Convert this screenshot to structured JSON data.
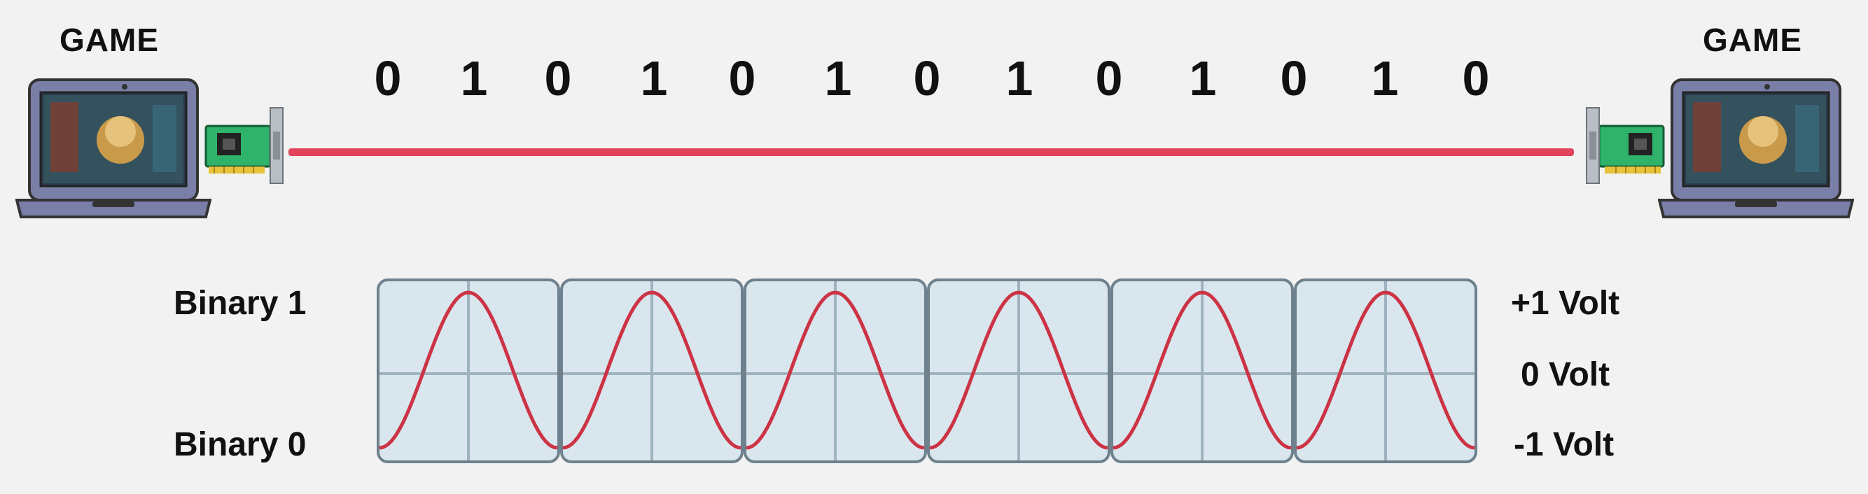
{
  "endpoints": {
    "left_label": "GAME",
    "right_label": "GAME"
  },
  "bits": [
    "0",
    "1",
    "0",
    "1",
    "0",
    "1",
    "0",
    "1",
    "0",
    "1",
    "0",
    "1",
    "0"
  ],
  "signal": {
    "cycles": 6,
    "left_top_label": "Binary 1",
    "left_bottom_label": "Binary 0",
    "right_top_label": "+1 Volt",
    "right_middle_label": "0 Volt",
    "right_bottom_label": "-1 Volt"
  },
  "colors": {
    "cable": "#e2435a",
    "wave": "#cc3344",
    "panel_fill": "#d9e6ee",
    "panel_stroke": "#6e818d",
    "grid": "#9fb3bf"
  }
}
